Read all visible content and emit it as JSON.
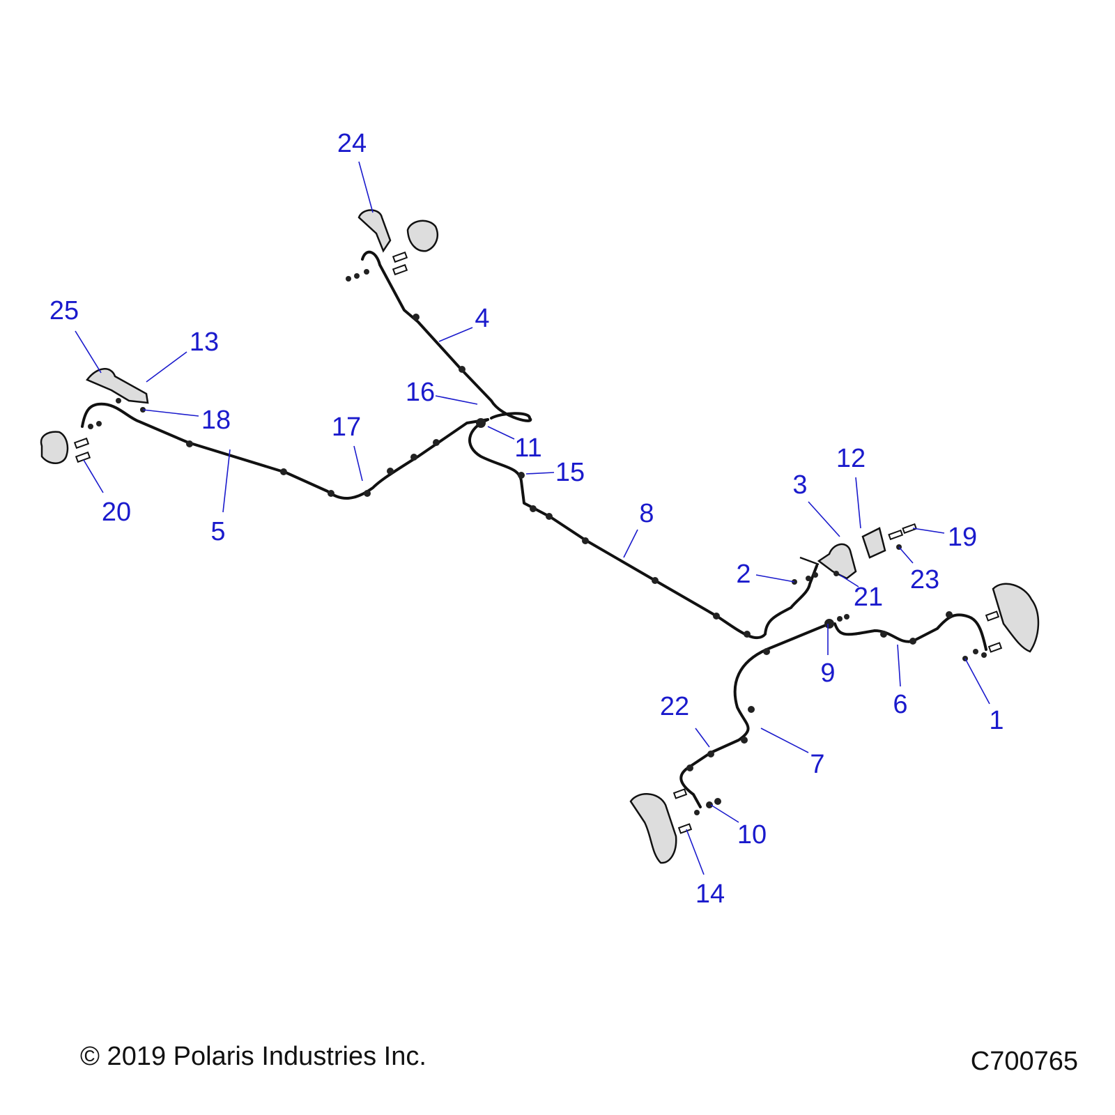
{
  "diagram": {
    "callouts": [
      "1",
      "2",
      "3",
      "4",
      "5",
      "6",
      "7",
      "8",
      "9",
      "10",
      "11",
      "12",
      "13",
      "14",
      "15",
      "16",
      "17",
      "18",
      "19",
      "20",
      "21",
      "22",
      "23",
      "24",
      "25"
    ],
    "colors": {
      "callout": "#1a1acc",
      "lines": "#111111"
    }
  },
  "footer": {
    "copyright": "© 2019 Polaris Industries Inc.",
    "drawing_id": "C700765"
  }
}
